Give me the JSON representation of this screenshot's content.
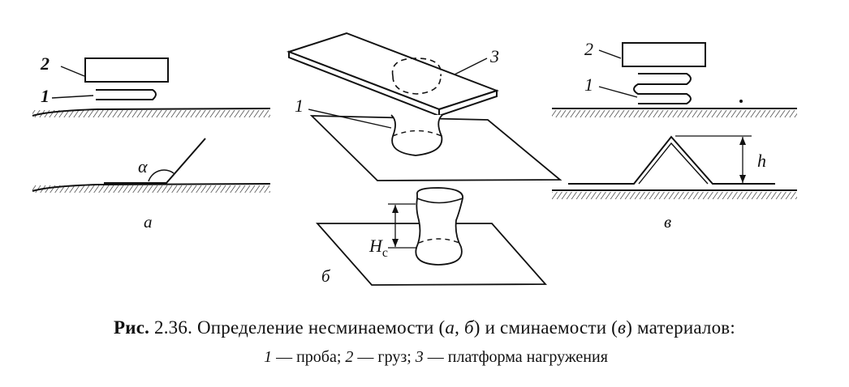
{
  "figure": {
    "panel_a": {
      "label_2": "2",
      "label_1": "1",
      "angle_symbol": "α",
      "panel_letter": "а"
    },
    "panel_b": {
      "label_3": "3",
      "label_1": "1",
      "height_symbol": "H",
      "height_subscript": "с",
      "panel_letter": "б"
    },
    "panel_v": {
      "label_2": "2",
      "label_1": "1",
      "height_symbol": "h",
      "panel_letter": "в"
    }
  },
  "caption": {
    "prefix": "Рис.",
    "line1_rest_before": " 2.36. Определение несминаемости (",
    "a": "а",
    "comma": ", ",
    "b": "б",
    "line1_mid": ") и сминаемости (",
    "v": "в",
    "line1_end": ") материалов:",
    "n1": "1",
    "t1": " — проба; ",
    "n2": "2",
    "t2": " — груз; ",
    "n3": "3",
    "t3": " — платформа нагружения"
  }
}
